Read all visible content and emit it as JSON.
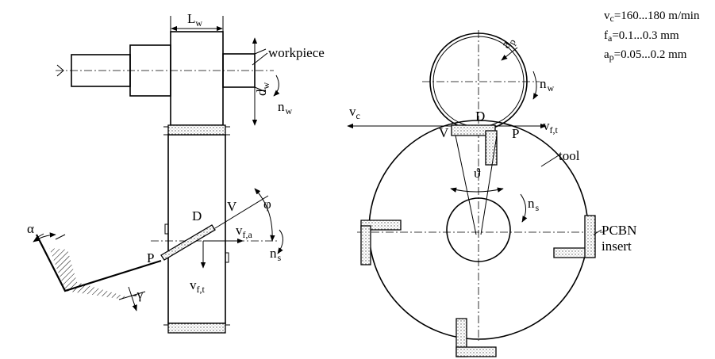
{
  "params": {
    "vc": {
      "sym": "v",
      "sub": "c",
      "val": "=160...180 m/min"
    },
    "fa": {
      "sym": "f",
      "sub": "a",
      "val": "=0.1...0.3 mm"
    },
    "ap": {
      "sym": "a",
      "sub": "p",
      "val": "=0.05...0.2 mm"
    }
  },
  "left_view": {
    "workpiece": "workpiece",
    "Lw": {
      "sym": "L",
      "sub": "w"
    },
    "dw": {
      "sym": "d",
      "sub": "w"
    },
    "nw": {
      "sym": "n",
      "sub": "w"
    },
    "D": "D",
    "V": "V",
    "P": "P",
    "vfa": {
      "sym": "v",
      "sub": "f,a"
    },
    "vft": {
      "sym": "v",
      "sub": "f,t"
    },
    "phi": "φ",
    "ns": {
      "sym": "n",
      "sub": "s"
    },
    "alpha": "α",
    "gamma": "-γ"
  },
  "right_view": {
    "ap": {
      "sym": "a",
      "sub": "p"
    },
    "nw": {
      "sym": "n",
      "sub": "w"
    },
    "vc": {
      "sym": "v",
      "sub": "c"
    },
    "D": "D",
    "V": "V",
    "P": "P",
    "vft": {
      "sym": "v",
      "sub": "f,t"
    },
    "tool": "tool",
    "theta": "ϑ",
    "ns": {
      "sym": "n",
      "sub": "s"
    },
    "insert_line1": "PCBN",
    "insert_line2": "insert"
  }
}
